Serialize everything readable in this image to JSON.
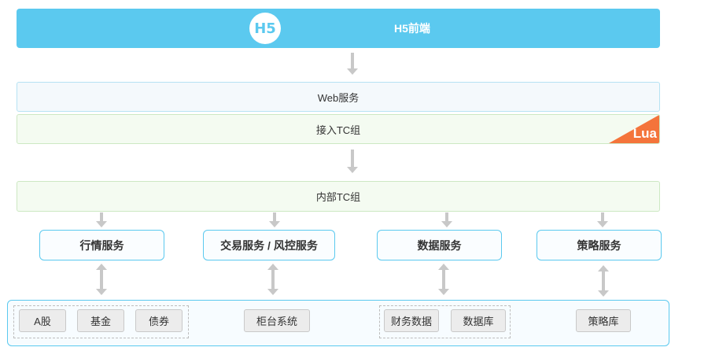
{
  "top": {
    "badge": "H5",
    "label": "H5前端"
  },
  "layers": {
    "web": "Web服务",
    "access": "接入TC组",
    "lua": "Lua",
    "internal": "内部TC组"
  },
  "services": [
    "行情服务",
    "交易服务 / 风控服务",
    "数据服务",
    "策略服务"
  ],
  "bottom": {
    "market_group": [
      "A股",
      "基金",
      "债券"
    ],
    "counter": "柜台系统",
    "data_group": [
      "财务数据",
      "数据库"
    ],
    "strategy": "策略库"
  },
  "colors": {
    "accent_blue": "#5bc9ef",
    "web_bg": "#f4f9fc",
    "tc_bg": "#f4fbf1",
    "lua_orange": "#f4743b",
    "arrow_gray": "#c8c8c8",
    "chip_bg": "#ececec"
  }
}
